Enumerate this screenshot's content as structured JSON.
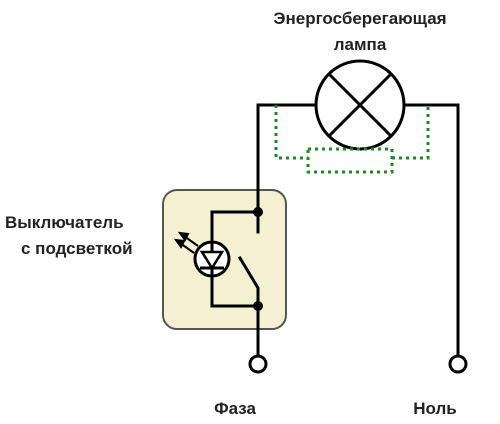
{
  "lamp": {
    "label_line1": "Энергосберегающая",
    "label_line2": "лампа"
  },
  "switch": {
    "label_line1": "Выключатель",
    "label_line2": "с подсветкой"
  },
  "terminals": {
    "phase": "Фаза",
    "neutral": "Ноль"
  },
  "colors": {
    "wire": "#000000",
    "dotted_circuit": "#1f8a1f",
    "switch_box_fill": "#f4f0d2",
    "switch_box_stroke": "#555555",
    "text": "#222222"
  }
}
